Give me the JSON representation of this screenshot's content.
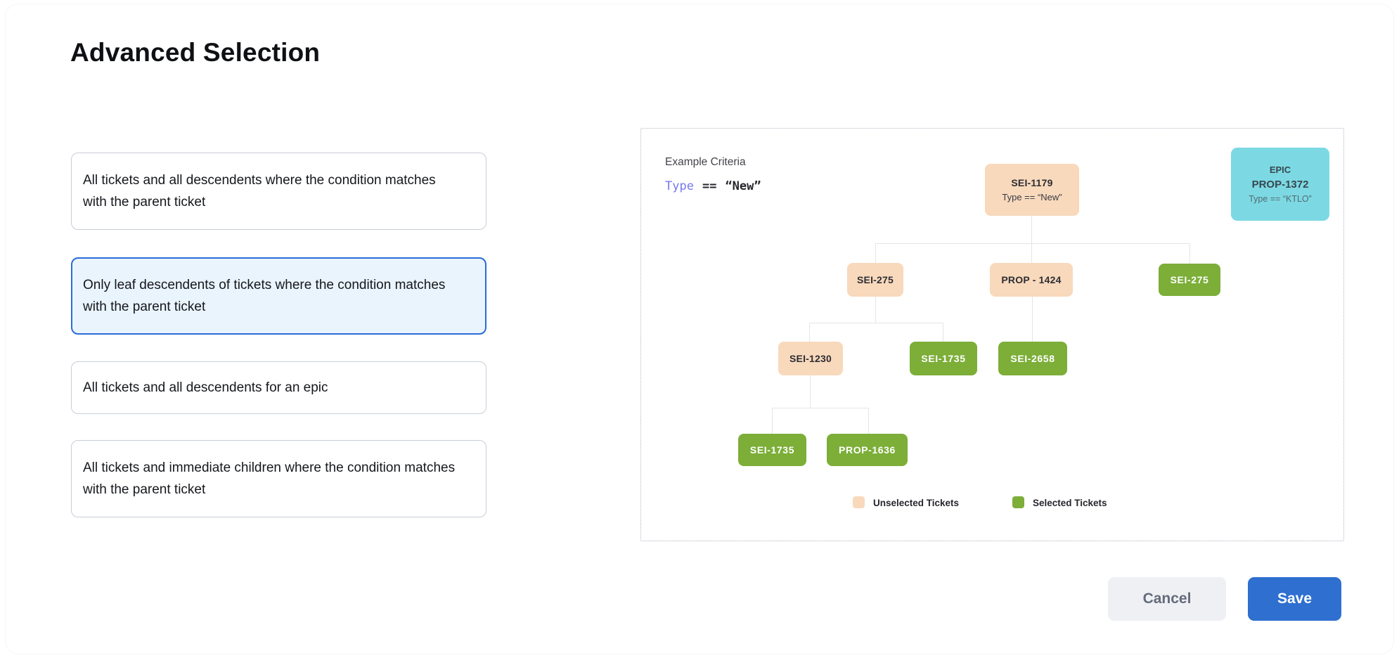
{
  "page": {
    "title": "Advanced Selection"
  },
  "options": [
    {
      "label": "All tickets and all descendents where the condition matches with the parent ticket",
      "selected": false
    },
    {
      "label": "Only leaf descendents of tickets where the condition matches with the parent ticket",
      "selected": true
    },
    {
      "label": "All tickets and all descendents for an epic",
      "selected": false
    },
    {
      "label": "All tickets and immediate children where the condition matches with the parent ticket",
      "selected": false
    }
  ],
  "example": {
    "heading": "Example Criteria",
    "criteria": {
      "field": "Type",
      "operator": "==",
      "value": "“New”"
    },
    "epic_card": {
      "type_label": "EPIC",
      "id": "PROP-1372",
      "criteria": "Type == “KTLO”"
    },
    "tree": {
      "nodes": [
        {
          "id": "SEI-1179",
          "criteria": "Type == “New”",
          "state": "unselected"
        },
        {
          "id": "SEI-275",
          "state": "unselected"
        },
        {
          "id": "PROP - 1424",
          "state": "unselected"
        },
        {
          "id": "SEI-275",
          "state": "selected"
        },
        {
          "id": "SEI-1230",
          "state": "unselected"
        },
        {
          "id": "SEI-1735",
          "state": "selected"
        },
        {
          "id": "SEI-2658",
          "state": "selected"
        },
        {
          "id": "SEI-1735",
          "state": "selected"
        },
        {
          "id": "PROP-1636",
          "state": "selected"
        }
      ]
    },
    "legend": [
      {
        "label": "Unselected Tickets",
        "color": "#f8d9bc"
      },
      {
        "label": "Selected Tickets",
        "color": "#7cae38"
      }
    ]
  },
  "footer": {
    "cancel_label": "Cancel",
    "save_label": "Save"
  },
  "colors": {
    "selected_card_border": "#2b6cd4",
    "selected_card_bg": "#e9f4fc",
    "unselected_node": "#f8d9bc",
    "selected_node": "#7cae38",
    "epic_card_bg": "#7cd9e3",
    "criteria_field": "#7678ee",
    "save_button": "#2e6fd0"
  }
}
